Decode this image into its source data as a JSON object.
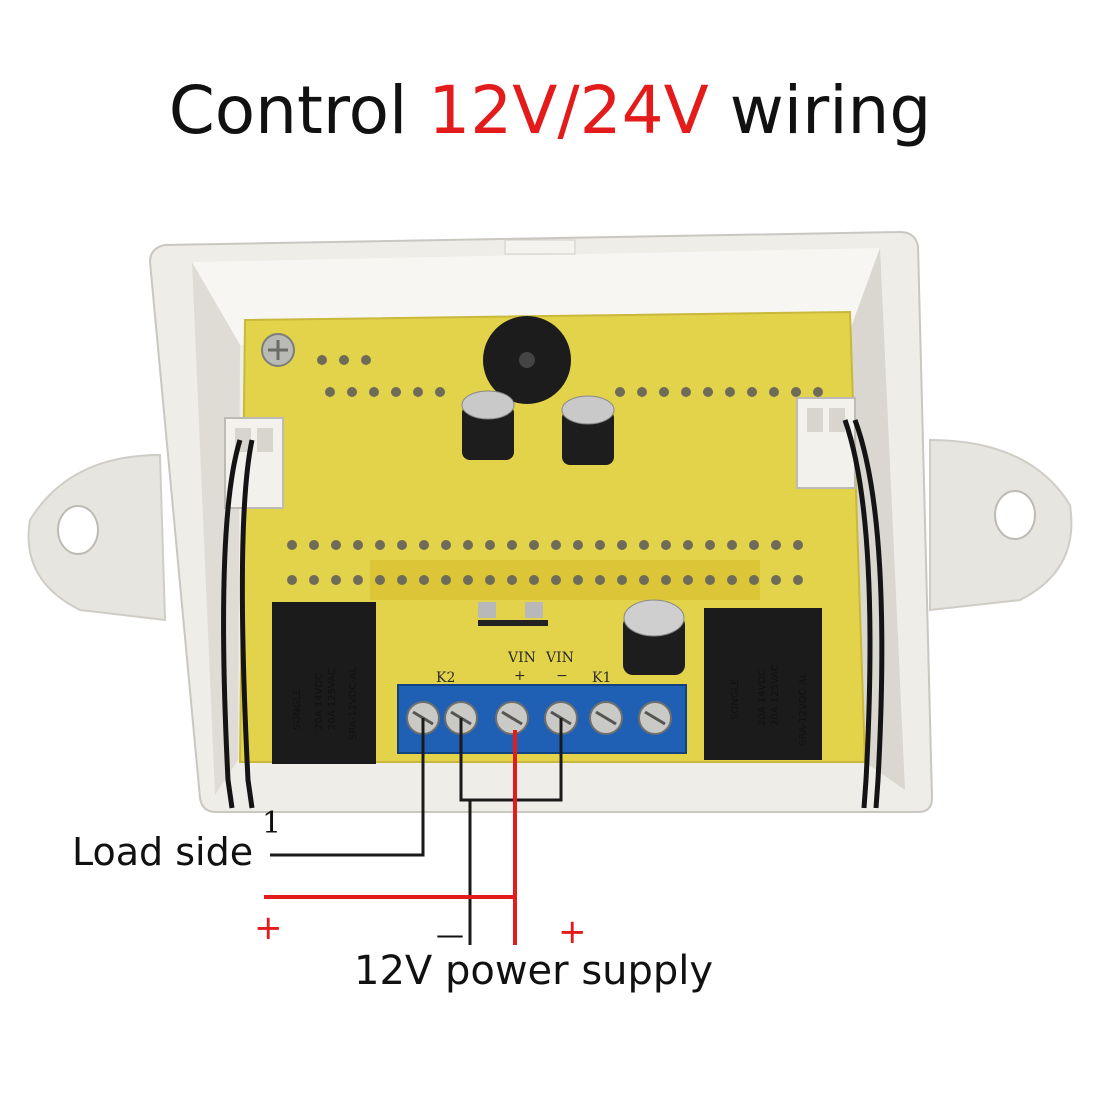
{
  "title": {
    "prefix": "Control",
    "highlight": "12V/24V",
    "suffix": "wiring"
  },
  "labels": {
    "load_side": "Load side",
    "load_number": "1",
    "power_supply": "12V power supply",
    "plus_left": "+",
    "plus_right": "+",
    "minus": "—"
  },
  "board_silkscreen": {
    "k2": "K2",
    "k1": "K1",
    "vin_plus": "VIN",
    "vin_minus": "VIN",
    "plus_sign": "+",
    "minus_sign": "−"
  },
  "relays": {
    "brand": "SONGLE",
    "rating_1": "20A 14VDC",
    "rating_2": "20A 125VAC",
    "model": "SRA-12VDC-AL"
  },
  "colors": {
    "accent_red": "#e31b1b",
    "wire_black": "#1a1a1a",
    "terminal_blue": "#1f5fb4",
    "pcb_yellow": "#e8d84a",
    "enclosure_white": "#ecebe6"
  }
}
